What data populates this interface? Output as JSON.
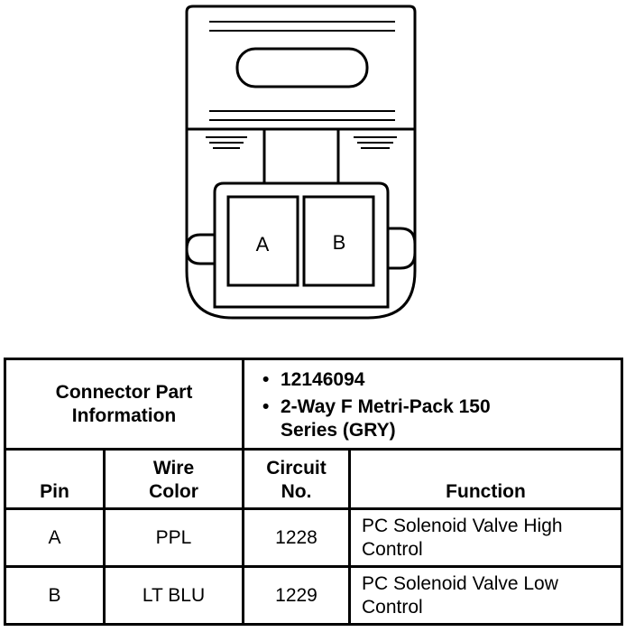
{
  "diagram": {
    "cavity_labels": [
      "A",
      "B"
    ]
  },
  "table": {
    "part_info_label": "Connector Part Information",
    "part_info_items": [
      "12146094",
      "2-Way F Metri-Pack 150 Series (GRY)"
    ],
    "columns": {
      "pin": "Pin",
      "wire_color": "Wire Color",
      "circuit_no": "Circuit No.",
      "function": "Function"
    },
    "rows": [
      {
        "pin": "A",
        "wire_color": "PPL",
        "circuit": "1228",
        "function": "PC Solenoid Valve High Control"
      },
      {
        "pin": "B",
        "wire_color": "LT BLU",
        "circuit": "1229",
        "function": "PC Solenoid Valve Low Control"
      }
    ]
  }
}
